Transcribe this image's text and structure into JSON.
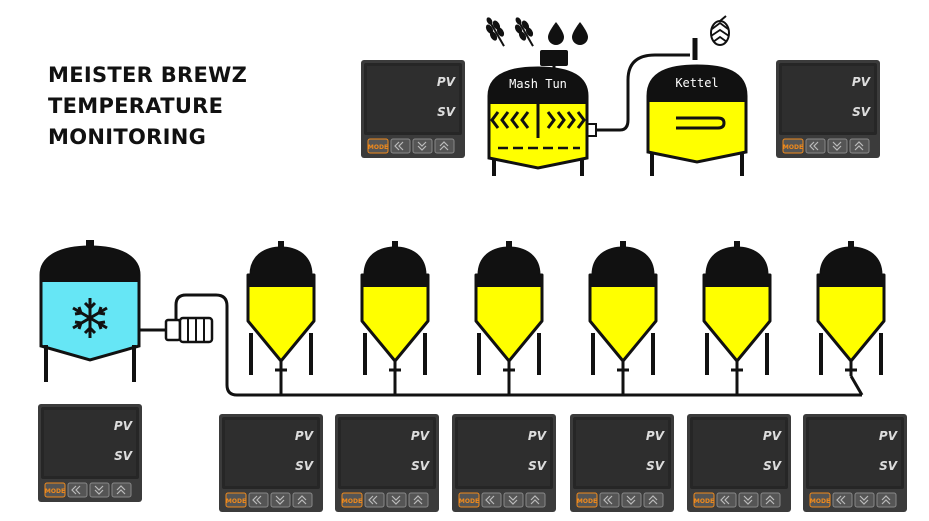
{
  "title_lines": [
    "MEISTER BREWZ",
    "TEMPERATURE",
    "MONITORING"
  ],
  "vessels": {
    "mash_tun": "Mash Tun",
    "kettel": "Kettel"
  },
  "controller": {
    "pv": "PV",
    "sv": "SV",
    "mode": "MODE"
  },
  "colors": {
    "beer": "#ffff00",
    "cold": "#66e6f5",
    "outline": "#111111",
    "panel": "#3a3a3a",
    "mode_button": "#f08a1c"
  },
  "icons": [
    "wheat-icon",
    "wheat-icon",
    "water-drop-icon",
    "water-drop-icon",
    "hop-icon",
    "snowflake-icon",
    "pump-icon"
  ],
  "fermenter_count": 6,
  "controller_count": 9
}
